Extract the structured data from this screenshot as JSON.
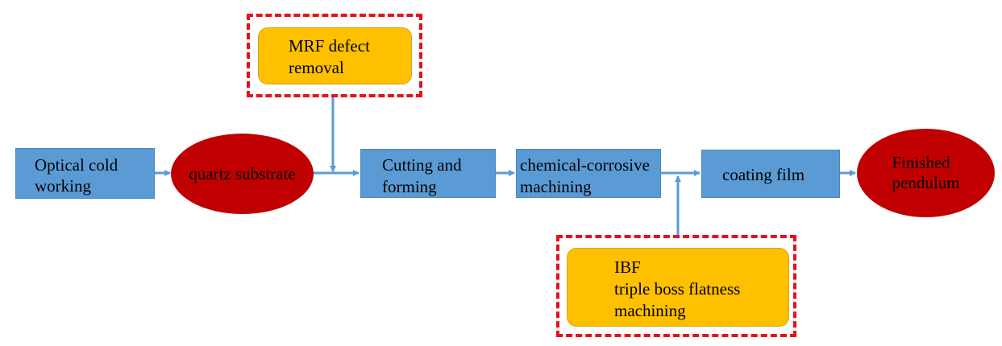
{
  "nodes": {
    "optical_cold_working": {
      "line1": "Optical cold",
      "line2": "working"
    },
    "quartz_substrate": {
      "label": "quartz substrate"
    },
    "cutting_forming": {
      "line1": "Cutting and",
      "line2": "forming"
    },
    "chemical_corrosive": {
      "line1": "chemical-corrosive",
      "line2": "machining"
    },
    "coating_film": {
      "label": "coating film"
    },
    "finished_pendulum": {
      "line1": "Finished",
      "line2": "pendulum"
    },
    "mrf": {
      "line1": "MRF defect",
      "line2": "removal"
    },
    "ibf": {
      "line1": "IBF",
      "line2": "triple boss flatness",
      "line3": "machining"
    }
  },
  "colors": {
    "process_box": "#5b9bd5",
    "product_ellipse": "#c00000",
    "auxiliary_box": "#ffc000",
    "dashed_highlight": "#e8101a",
    "arrow": "#5b9bd5"
  }
}
